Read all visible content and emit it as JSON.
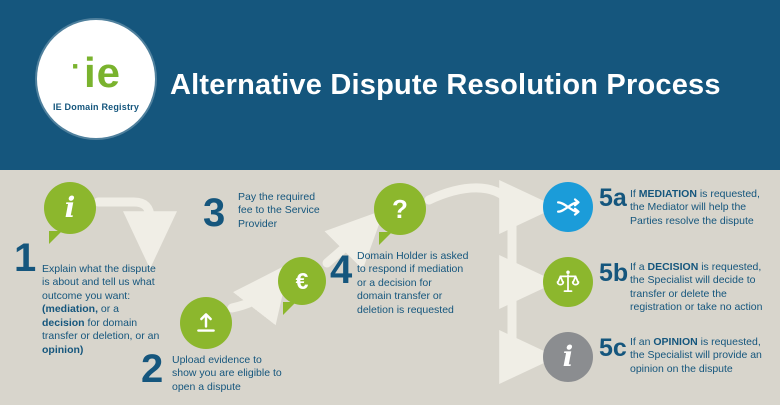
{
  "header": {
    "title": "Alternative Dispute Resolution Process",
    "logo_brand": "ie",
    "logo_name": "IE Domain Registry"
  },
  "colors": {
    "header_bg": "#15567d",
    "body_bg": "#d8d5cc",
    "green": "#8cb72d",
    "blue": "#1b9cd9",
    "gray": "#8b8d90",
    "text": "#15567d",
    "arrow": "#f0eee6"
  },
  "steps": {
    "s1": {
      "number": "1",
      "icon": "info-speech-bubble",
      "glyph": "i",
      "segments": [
        {
          "text": "Explain what the dispute is about and tell us what outcome you want: "
        },
        {
          "text": "(mediation,",
          "bold": true
        },
        {
          "text": " or a "
        },
        {
          "text": "decision",
          "bold": true
        },
        {
          "text": " for domain transfer or deletion, or an "
        },
        {
          "text": "opinion)",
          "bold": true
        }
      ]
    },
    "s2": {
      "number": "2",
      "icon": "upload-circle",
      "segments": [
        {
          "text": "Upload evidence to show you are eligible to open a dispute"
        }
      ]
    },
    "s3": {
      "number": "3",
      "icon": "euro-speech-bubble",
      "glyph": "€",
      "segments": [
        {
          "text": "Pay the required fee to the Service Provider"
        }
      ]
    },
    "s4": {
      "number": "4",
      "icon": "question-speech-bubble",
      "glyph": "?",
      "segments": [
        {
          "text": "Domain Holder is asked to respond if mediation or a decision for domain transfer or deletion is requested"
        }
      ]
    },
    "s5a": {
      "number": "5a",
      "icon": "mediation-shuffle-circle",
      "segments": [
        {
          "text": "If "
        },
        {
          "text": "MEDIATION",
          "bold": true
        },
        {
          "text": " is requested, the Mediator will help the Parties resolve the dispute"
        }
      ]
    },
    "s5b": {
      "number": "5b",
      "icon": "decision-scales-circle",
      "segments": [
        {
          "text": "If a "
        },
        {
          "text": "DECISION",
          "bold": true
        },
        {
          "text": " is requested, the Specialist will decide to transfer or delete the registration or take no action"
        }
      ]
    },
    "s5c": {
      "number": "5c",
      "icon": "opinion-info-circle",
      "glyph": "i",
      "segments": [
        {
          "text": "If an "
        },
        {
          "text": "OPINION",
          "bold": true
        },
        {
          "text": " is requested, the Specialist will provide an opinion on the dispute"
        }
      ]
    }
  }
}
